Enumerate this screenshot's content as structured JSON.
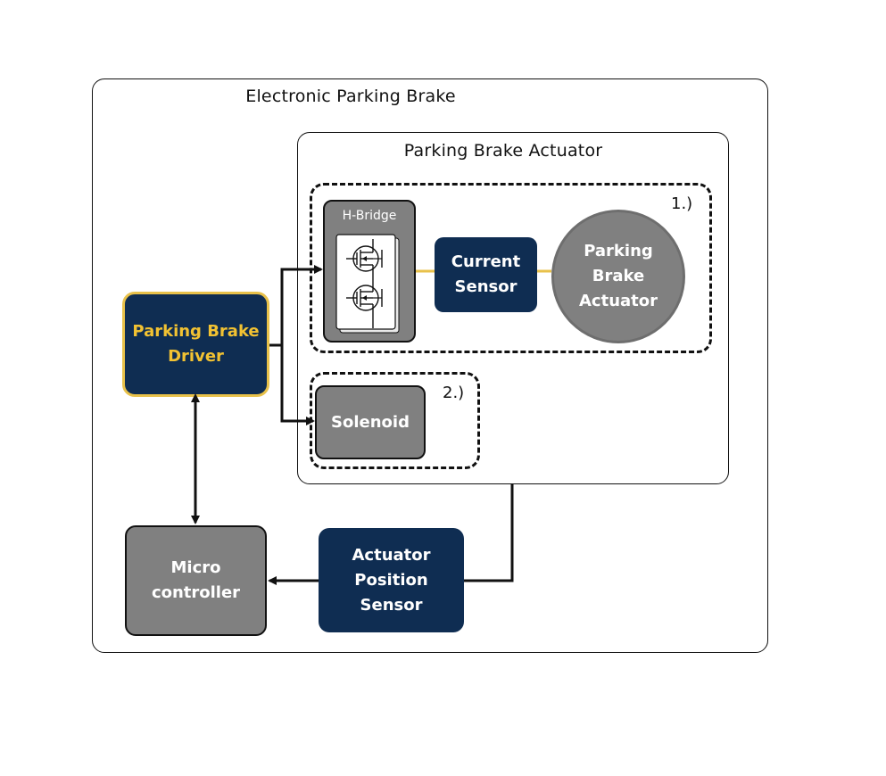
{
  "outer_title": "Electronic Parking Brake",
  "inner_title": "Parking Brake Actuator",
  "group1_label": "1.)",
  "group2_label": "2.)",
  "hbridge_label": "H-Bridge",
  "current_sensor": [
    "Current",
    "Sensor"
  ],
  "actuator_circle": [
    "Parking",
    "Brake",
    "Actuator"
  ],
  "solenoid": "Solenoid",
  "driver": [
    "Parking Brake",
    "Driver"
  ],
  "microcontroller": [
    "Micro",
    "controller"
  ],
  "position_sensor": [
    "Actuator",
    "Position",
    "Sensor"
  ],
  "colors": {
    "navy": "#0f2d52",
    "gray": "#808080",
    "accent_yellow": "#f2c232"
  }
}
